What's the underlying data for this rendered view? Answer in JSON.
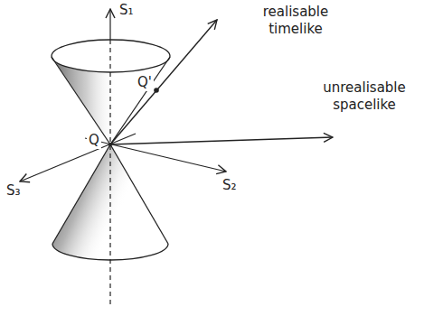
{
  "diagram": {
    "labels": [
      "S₁",
      "realisable timelike",
      "Q'",
      "Q",
      "unrealisable spacelike",
      "S₃",
      "S₂"
    ]
  }
}
